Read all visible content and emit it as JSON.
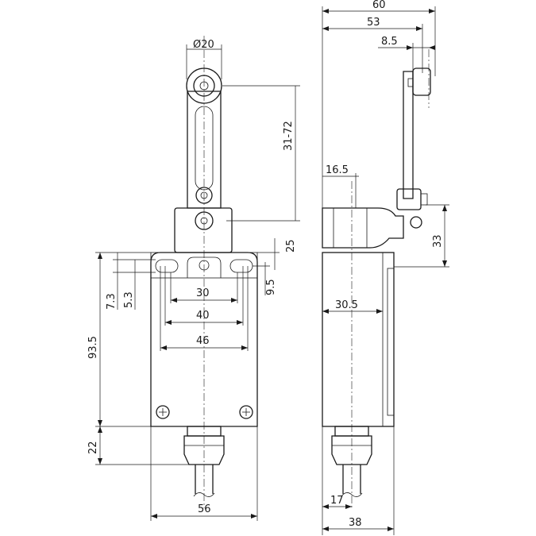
{
  "front_view": {
    "roller_diameter": "Ø20",
    "lever_range": "31-72",
    "flange_height": "25",
    "hole_offset": "9.5",
    "slot_offset_a": "7.3",
    "slot_offset_b": "5.3",
    "hole_spacing_30": "30",
    "hole_spacing_40": "40",
    "hole_spacing_46": "46",
    "body_height": "93.5",
    "gland_length": "22",
    "body_width": "56"
  },
  "side_view": {
    "overall_depth": "60",
    "roller_offset": "53",
    "roller_width": "8.5",
    "head_depth": "16.5",
    "head_height": "33",
    "body_depth": "30.5",
    "gland_offset": "17",
    "base_depth": "38"
  }
}
